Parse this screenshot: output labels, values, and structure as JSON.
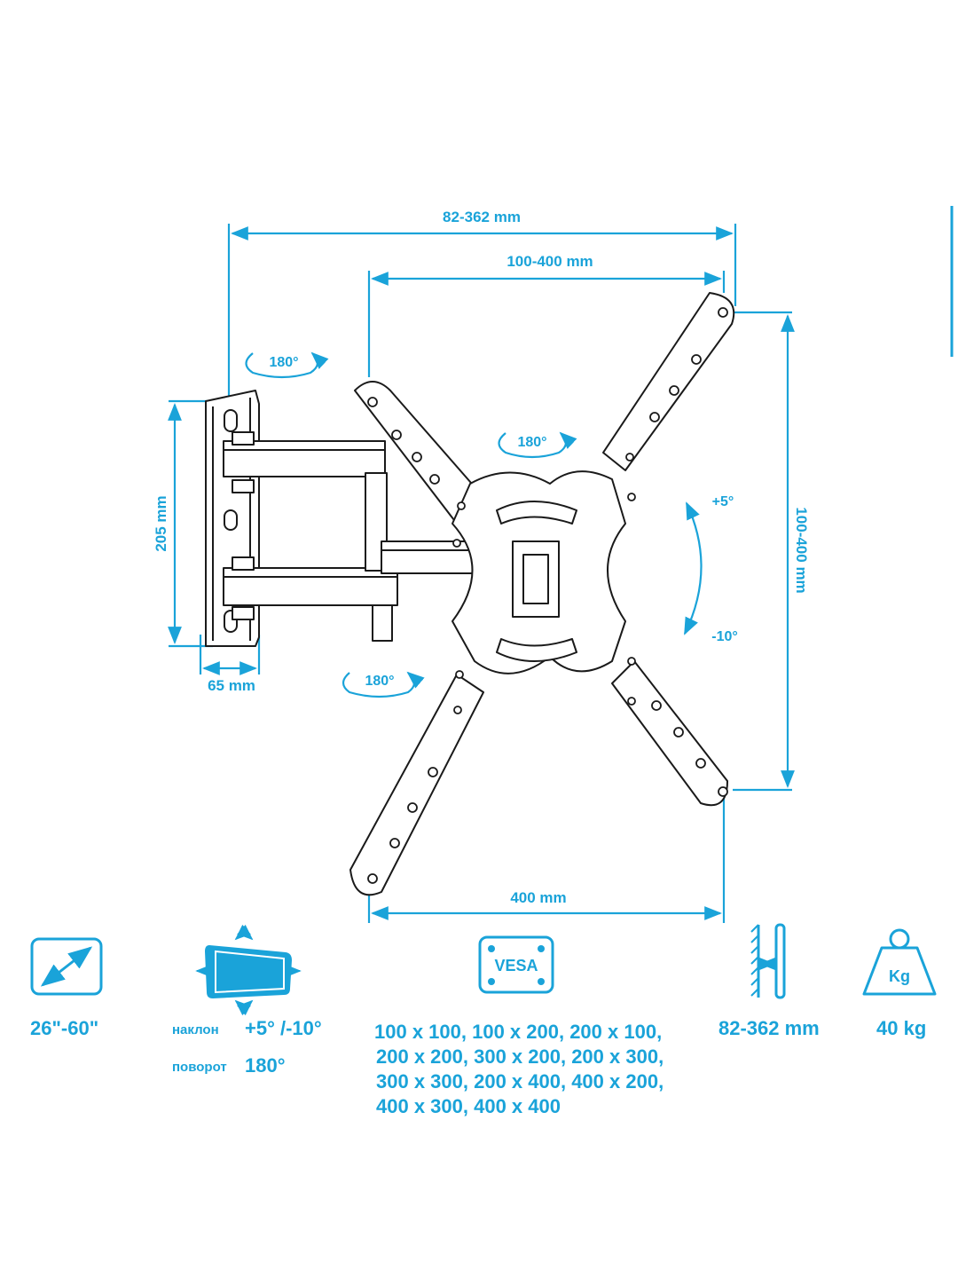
{
  "dimensions": {
    "total_depth": "82-362 mm",
    "vesa_horizontal": "100-400 mm",
    "vesa_vertical": "100-400 mm",
    "wall_plate_height": "205 mm",
    "wall_plate_depth": "65 mm",
    "bottom_width": "400 mm",
    "rotate_top": "180°",
    "rotate_center": "180°",
    "rotate_bottom": "180°",
    "tilt_up": "+5°",
    "tilt_down": "-10°"
  },
  "specs": {
    "screen_size": "26\"-60\"",
    "tilt_label": "наклон",
    "tilt_value": "+5° /-10°",
    "swivel_label": "поворот",
    "swivel_value": "180°",
    "vesa_icon_label": "VESA",
    "vesa_lines": [
      "100 x 100, 100 x 200, 200 x 100,",
      "200 x 200, 300 x 200, 200 x 300,",
      "300 x 300, 200 x 400, 400 x 200,",
      "400 x 300, 400 x 400"
    ],
    "wall_distance": "82-362 mm",
    "weight_icon_label": "Kg",
    "max_weight": "40 kg"
  },
  "colors": {
    "accent": "#1aa3d9",
    "line": "#1a1a1a"
  }
}
